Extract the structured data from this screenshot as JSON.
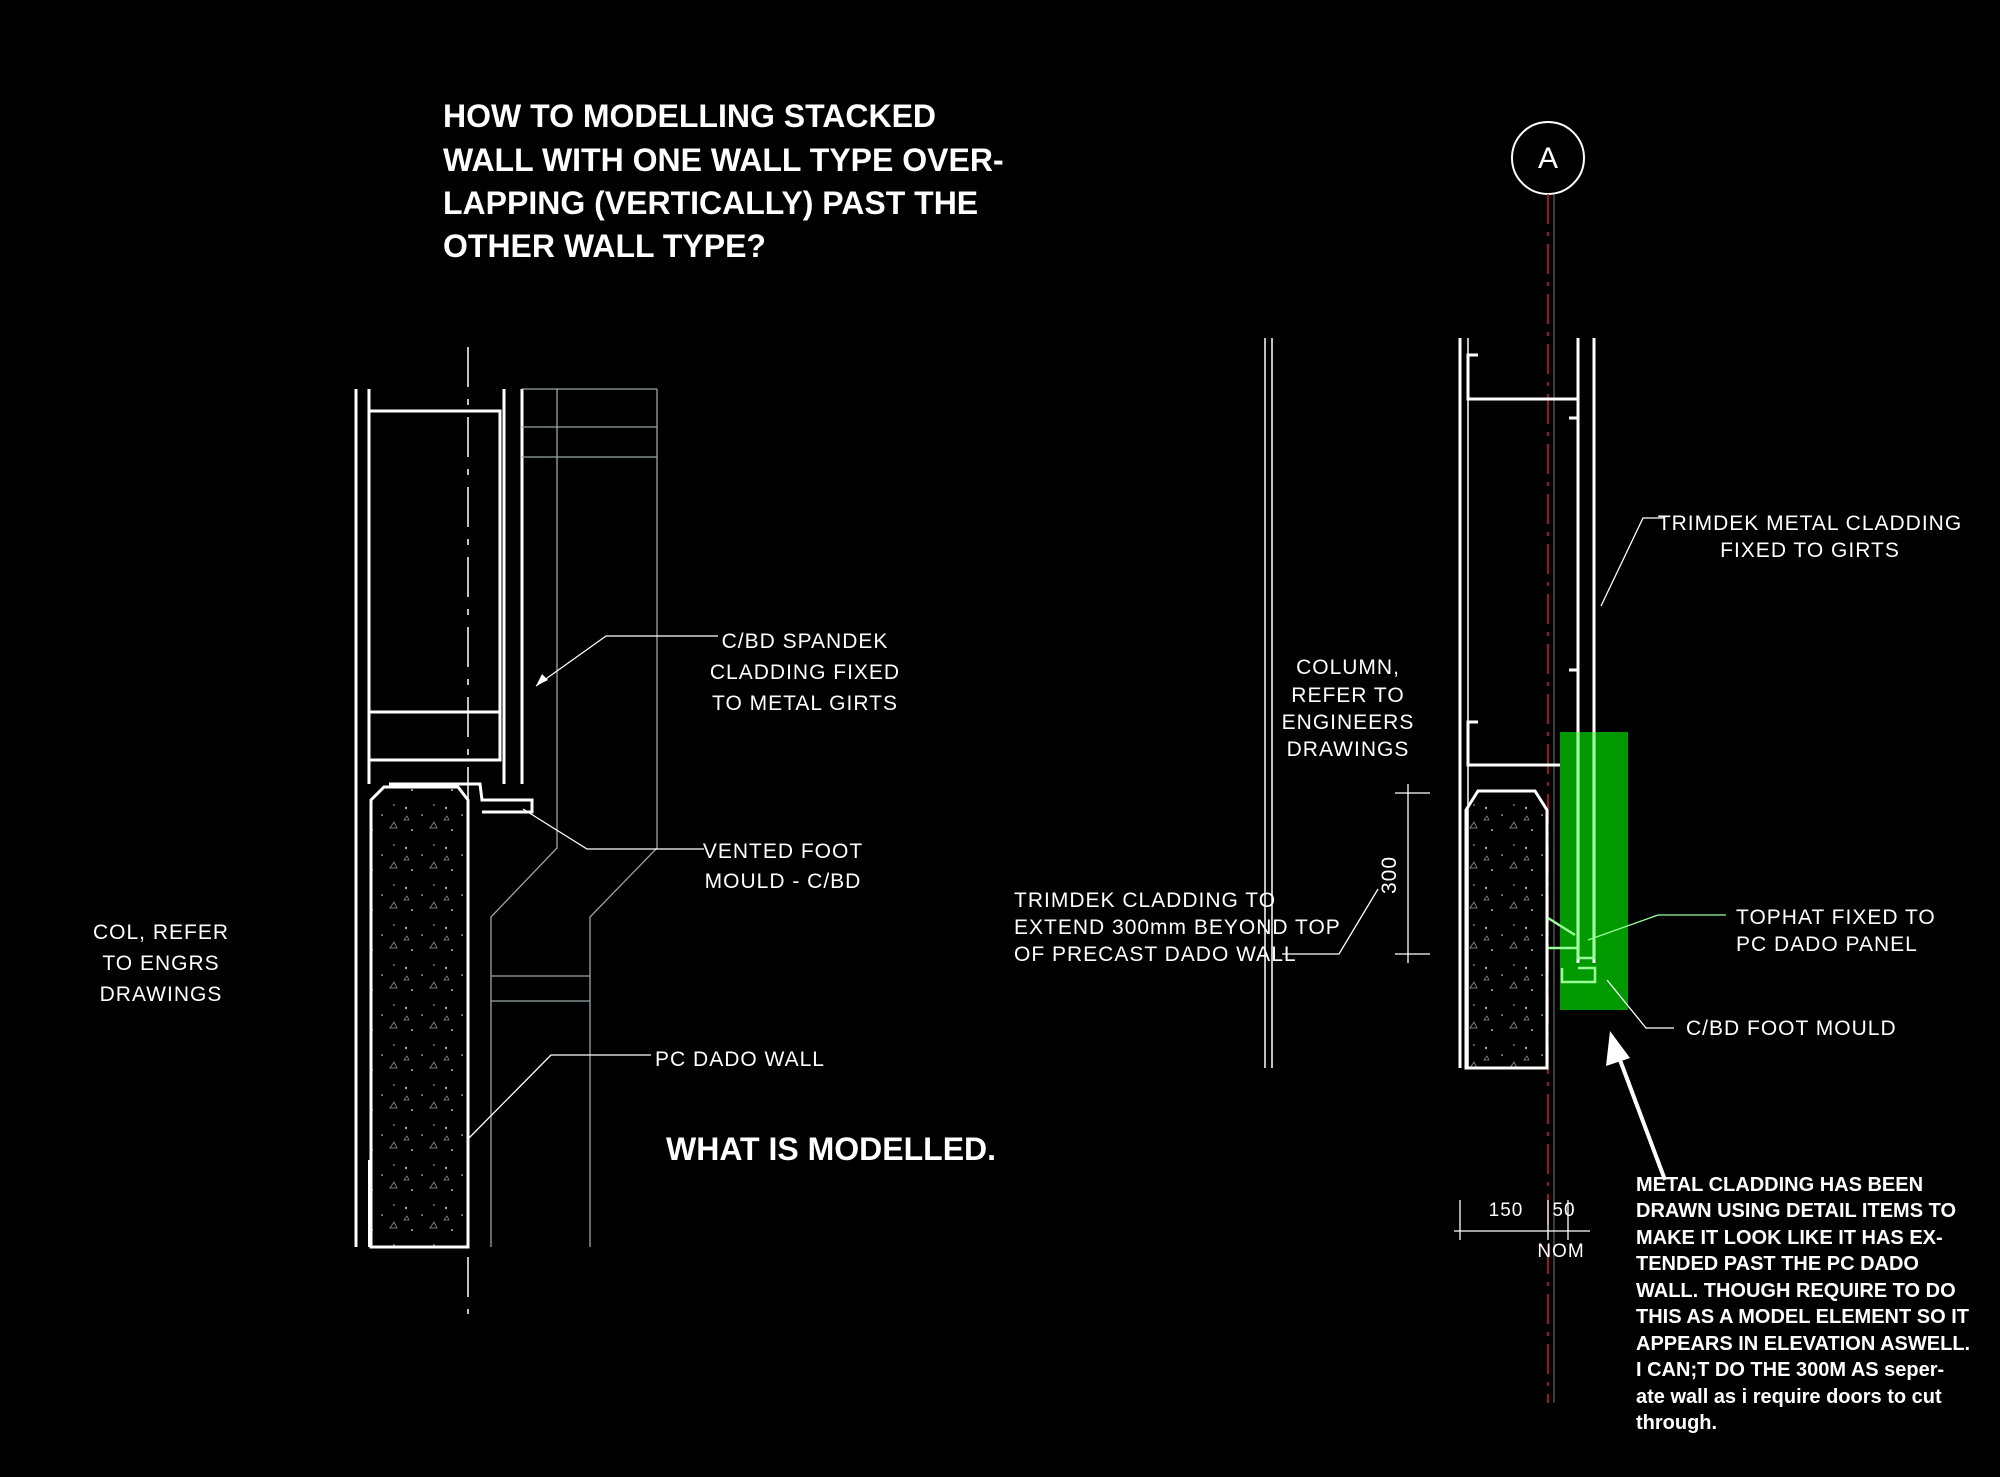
{
  "title": {
    "lines": [
      "HOW TO MODELLING STACKED",
      "WALL WITH ONE WALL TYPE OVER-",
      "LAPPING (VERTICALLY) PAST THE",
      "OTHER WALL TYPE?"
    ]
  },
  "left_detail": {
    "spandek_label": [
      "C/BD SPANDEK",
      "CLADDING FIXED",
      "TO METAL GIRTS"
    ],
    "foot_mould_label": [
      "VENTED FOOT",
      "MOULD - C/BD"
    ],
    "dado_label": "PC DADO WALL",
    "col_label": [
      "COL, REFER",
      "TO ENGRS",
      "DRAWINGS"
    ],
    "caption": "WHAT IS MODELLED."
  },
  "right_detail": {
    "grid_bubble": "A",
    "trimdek_label": [
      "TRIMDEK METAL CLADDING",
      "FIXED TO GIRTS"
    ],
    "column_label": [
      "COLUMN,",
      "REFER TO",
      "ENGINEERS",
      "DRAWINGS"
    ],
    "dim_vertical": "300",
    "extend_label": [
      "TRIMDEK CLADDING TO",
      "EXTEND 300mm BEYOND TOP",
      "OF PRECAST DADO WALL"
    ],
    "tophat_label": [
      "TOPHAT FIXED TO",
      "PC DADO PANEL"
    ],
    "foot_mould_label": "C/BD FOOT MOULD",
    "dim_150": "150",
    "dim_50": "50",
    "dim_nom": "NOM",
    "highlight_color": "#009a00",
    "note": [
      "METAL CLADDING HAS BEEN",
      "DRAWN USING DETAIL ITEMS TO",
      "MAKE IT LOOK LIKE IT HAS EX-",
      "TENDED PAST THE PC DADO",
      "WALL. THOUGH REQUIRE TO DO",
      "THIS AS A MODEL ELEMENT SO IT",
      "APPEARS IN ELEVATION ASWELL.",
      "I CAN;T DO THE 300M AS  seper-",
      "ate wall as i require doors to cut",
      "through."
    ]
  }
}
